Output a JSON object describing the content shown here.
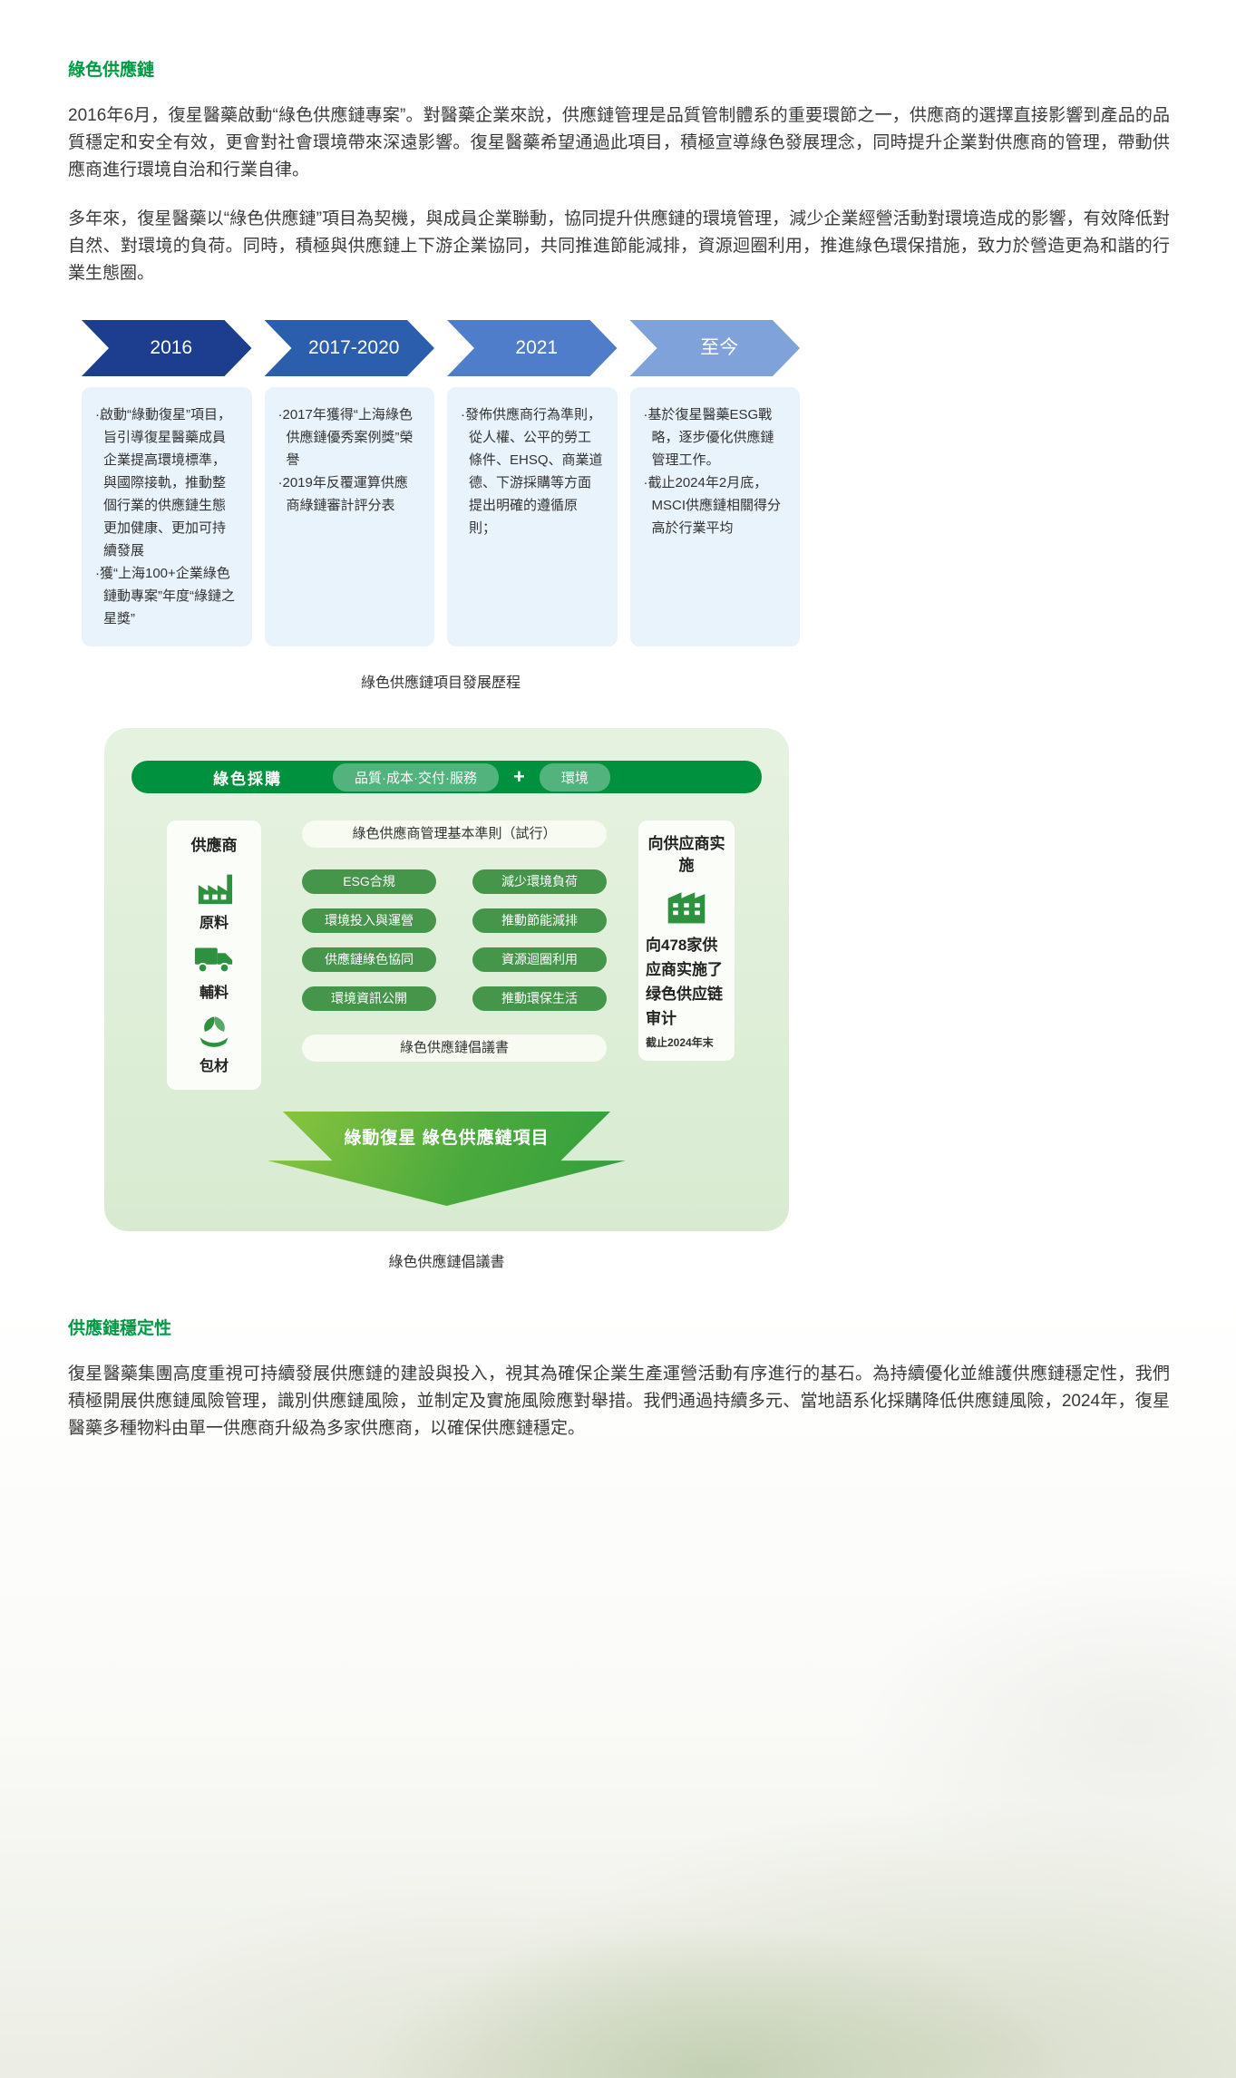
{
  "colors": {
    "heading_green": "#009A44",
    "bar_green": "#00913E",
    "pill_green": "#45954B",
    "icon_green": "#2E9140",
    "timeline_box_blue": "#E9F3FB"
  },
  "icons": {
    "raw_material": "factory-icon",
    "auxiliary_material": "truck-icon",
    "packaging_material": "leaf-hands-icon",
    "implementation": "building-icon"
  },
  "sections": {
    "green_supply_chain": {
      "title": "綠色供應鏈",
      "para1": "2016年6月，復星醫藥啟動“綠色供應鏈專案”。對醫藥企業來說，供應鏈管理是品質管制體系的重要環節之一，供應商的選擇直接影響到產品的品質穩定和安全有效，更會對社會環境帶來深遠影響。復星醫藥希望通過此項目，積極宣導綠色發展理念，同時提升企業對供應商的管理，帶動供應商進行環境自治和行業自律。",
      "para2": "多年來，復星醫藥以“綠色供應鏈”項目為契機，與成員企業聯動，協同提升供應鏈的環境管理，減少企業經營活動對環境造成的影響，有效降低對自然、對環境的負荷。同時，積極與供應鏈上下游企業協同，共同推進節能減排，資源迴圈利用，推進綠色環保措施，致力於營造更為和諧的行業生態圈。"
    },
    "stability": {
      "title": "供應鏈穩定性",
      "para": "復星醫藥集團高度重視可持續發展供應鏈的建設與投入，視其為確保企業生產運營活動有序進行的基石。為持續優化並維護供應鏈穩定性，我們積極開展供應鏈風險管理，識別供應鏈風險，並制定及實施風險應對舉措。我們通過持續多元、當地語系化採購降低供應鏈風險，2024年，復星醫藥多種物料由單一供應商升級為多家供應商，以確保供應鏈穩定。"
    }
  },
  "timeline": {
    "caption": "綠色供應鏈項目發展歷程",
    "stages": [
      {
        "label": "2016",
        "color": "#1D3D8F",
        "bullets": [
          "·啟動“綠動復星”項目，旨引導復星醫藥成員企業提高環境標準，與國際接軌，推動整個行業的供應鏈生態更加健康、更加可持續發展",
          "·獲“上海100+企業綠色鏈動專案”年度“綠鏈之星獎”"
        ]
      },
      {
        "label": "2017-2020",
        "color": "#2B5FAE",
        "bullets": [
          "·2017年獲得“上海綠色供應鏈優秀案例獎”榮譽",
          "·2019年反覆運算供應商綠鏈審計評分表"
        ]
      },
      {
        "label": "2021",
        "color": "#4F7DC9",
        "bullets": [
          "·發佈供應商行為準則，從人權、公平的勞工條件、EHSQ、商業道德、下游採購等方面提出明確的遵循原則；"
        ]
      },
      {
        "label": "至今",
        "color": "#7EA2D9",
        "bullets": [
          "·基於復星醫藥ESG戰略，逐步優化供應鏈管理工作。",
          "·截止2024年2月底，MSCI供應鏈相關得分高於行業平均"
        ]
      }
    ]
  },
  "diagram": {
    "caption": "綠色供應鏈倡議書",
    "header": {
      "title": "綠色採購",
      "pill_qcds": "品質·成本·交付·服務",
      "plus": "+",
      "pill_env": "環境"
    },
    "supplier": {
      "title": "供應商",
      "items": [
        {
          "icon": "factory-icon",
          "label": "原料"
        },
        {
          "icon": "truck-icon",
          "label": "輔料"
        },
        {
          "icon": "leaf-hands-icon",
          "label": "包材"
        }
      ]
    },
    "principles": {
      "title": "綠色供應商管理基本準則（試行）",
      "pills": [
        "ESG合規",
        "減少環境負荷",
        "環境投入與運營",
        "推動節能減排",
        "供應鏈綠色協同",
        "資源迴圈利用",
        "環境資訊公開",
        "推動環保生活"
      ],
      "footer": "綠色供應鏈倡議書"
    },
    "implementation": {
      "title": "向供应商实施",
      "text": "向478家供应商实施了绿色供应链审计",
      "note": "截止2024年末"
    },
    "arrow_label": "綠動復星 綠色供應鏈項目"
  }
}
